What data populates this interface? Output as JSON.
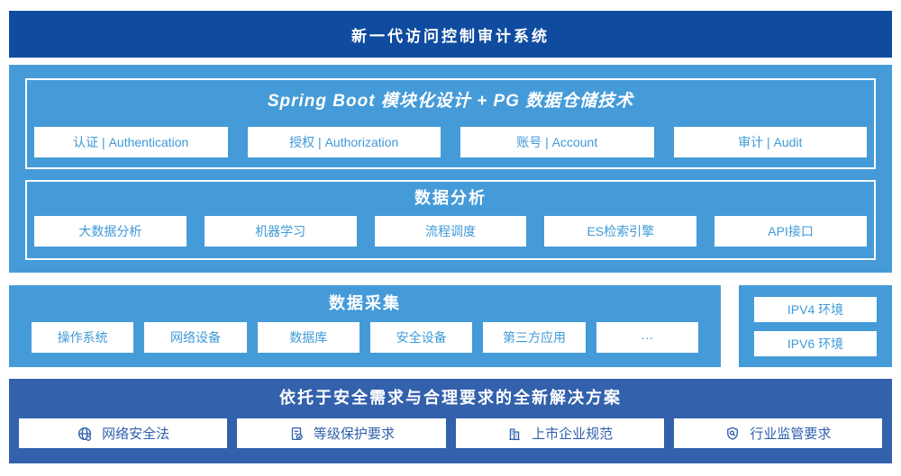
{
  "colors": {
    "navy": "#0F4C9F",
    "sky_blue": "#459BD8",
    "solution_blue": "#3361AC",
    "box_text_sky": "#3F9AD8",
    "box_text_solution": "#2F5FAC"
  },
  "banner": {
    "title": "新一代访问控制审计系统"
  },
  "platform": {
    "spring_boot": {
      "title": "Spring Boot 模块化设计 + PG 数据仓储技术",
      "modules": [
        {
          "label": "认证 | Authentication"
        },
        {
          "label": "授权 | Authorization"
        },
        {
          "label": "账号 | Account"
        },
        {
          "label": "审计 | Audit"
        }
      ]
    },
    "data_analysis": {
      "title": "数据分析",
      "modules": [
        {
          "label": "大数据分析"
        },
        {
          "label": "机器学习"
        },
        {
          "label": "流程调度"
        },
        {
          "label": "ES检索引擎"
        },
        {
          "label": "API接口"
        }
      ]
    }
  },
  "data_collection": {
    "title": "数据采集",
    "sources": [
      {
        "label": "操作系统"
      },
      {
        "label": "网络设备"
      },
      {
        "label": "数据库"
      },
      {
        "label": "安全设备"
      },
      {
        "label": "第三方应用"
      },
      {
        "label": "···"
      }
    ]
  },
  "environments": {
    "items": [
      {
        "label": "IPV4 环境"
      },
      {
        "label": "IPV6 环境"
      }
    ]
  },
  "solution": {
    "title": "依托于安全需求与合理要求的全新解决方案",
    "requirements": [
      {
        "icon": "globe-icon",
        "label": "网络安全法"
      },
      {
        "icon": "document-check-icon",
        "label": "等级保护要求"
      },
      {
        "icon": "building-icon",
        "label": "上市企业规范"
      },
      {
        "icon": "shield-search-icon",
        "label": "行业监管要求"
      }
    ]
  }
}
